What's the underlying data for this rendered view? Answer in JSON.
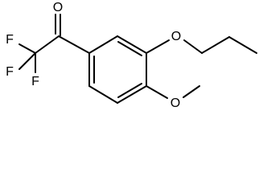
{
  "molecule": {
    "atom_labels": {
      "carbonyl_oxygen": "O",
      "fluorine_1": "F",
      "fluorine_2": "F",
      "fluorine_3": "F",
      "propoxy_oxygen": "O",
      "methoxy_oxygen": "O"
    }
  }
}
